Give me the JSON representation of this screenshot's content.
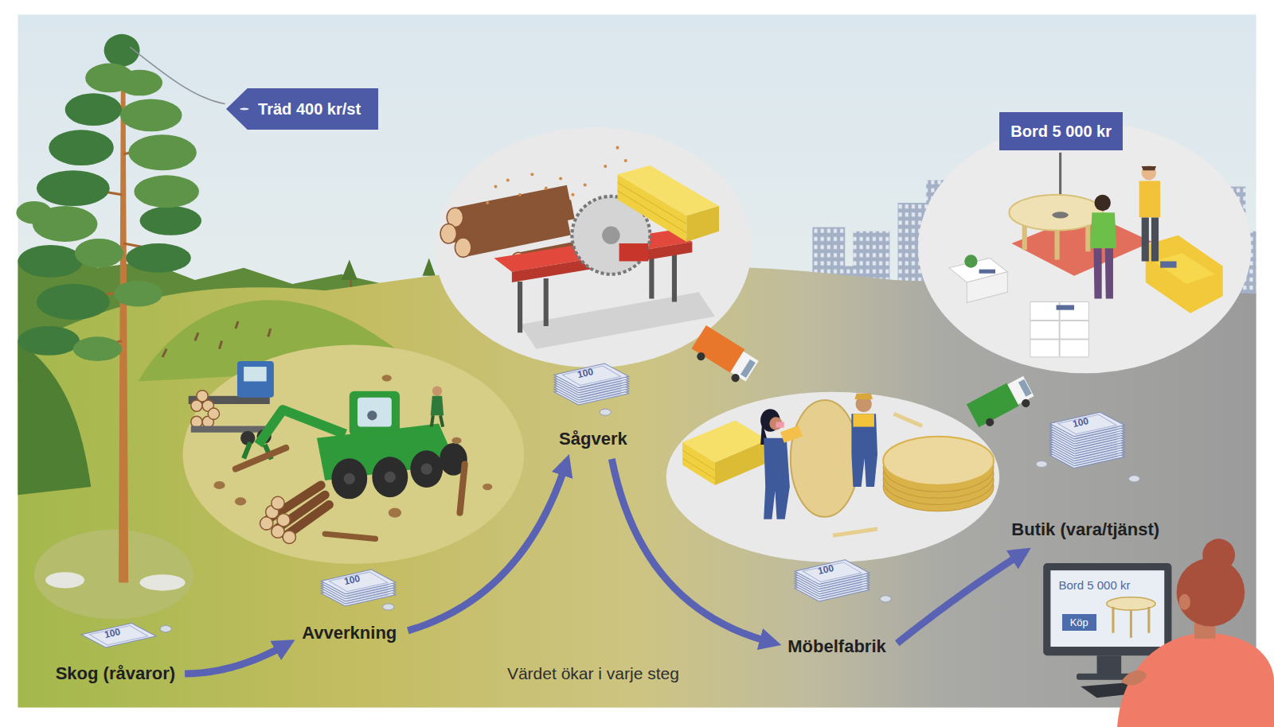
{
  "diagram": {
    "nodes": [
      {
        "text": [
          "Träd 400 kr/st"
        ]
      },
      {
        "text": [
          "Bord 5 000 kr"
        ]
      },
      {
        "text": [
          "Skog (råvaror)"
        ]
      },
      {
        "text": [
          "Avverkning"
        ]
      },
      {
        "text": [
          "Sågverk"
        ]
      },
      {
        "text": [
          "Möbelfabrik"
        ]
      },
      {
        "text": [
          "Butik (vara/tjänst)"
        ]
      },
      {
        "text": [
          "Bord 5 000 kr"
        ]
      },
      {
        "text": [
          "Köp"
        ],
        "in": 7
      }
    ],
    "edges": [
      {
        "from": 2,
        "to": 3,
        "arrow": "to"
      },
      {
        "from": 3,
        "to": 4,
        "arrow": "to"
      },
      {
        "from": 4,
        "to": 5,
        "arrow": "to"
      },
      {
        "from": 5,
        "to": 6,
        "arrow": "to"
      }
    ],
    "labels": [
      "Värdet ökar i varje steg",
      "100",
      "100",
      "100",
      "100",
      "100"
    ]
  }
}
